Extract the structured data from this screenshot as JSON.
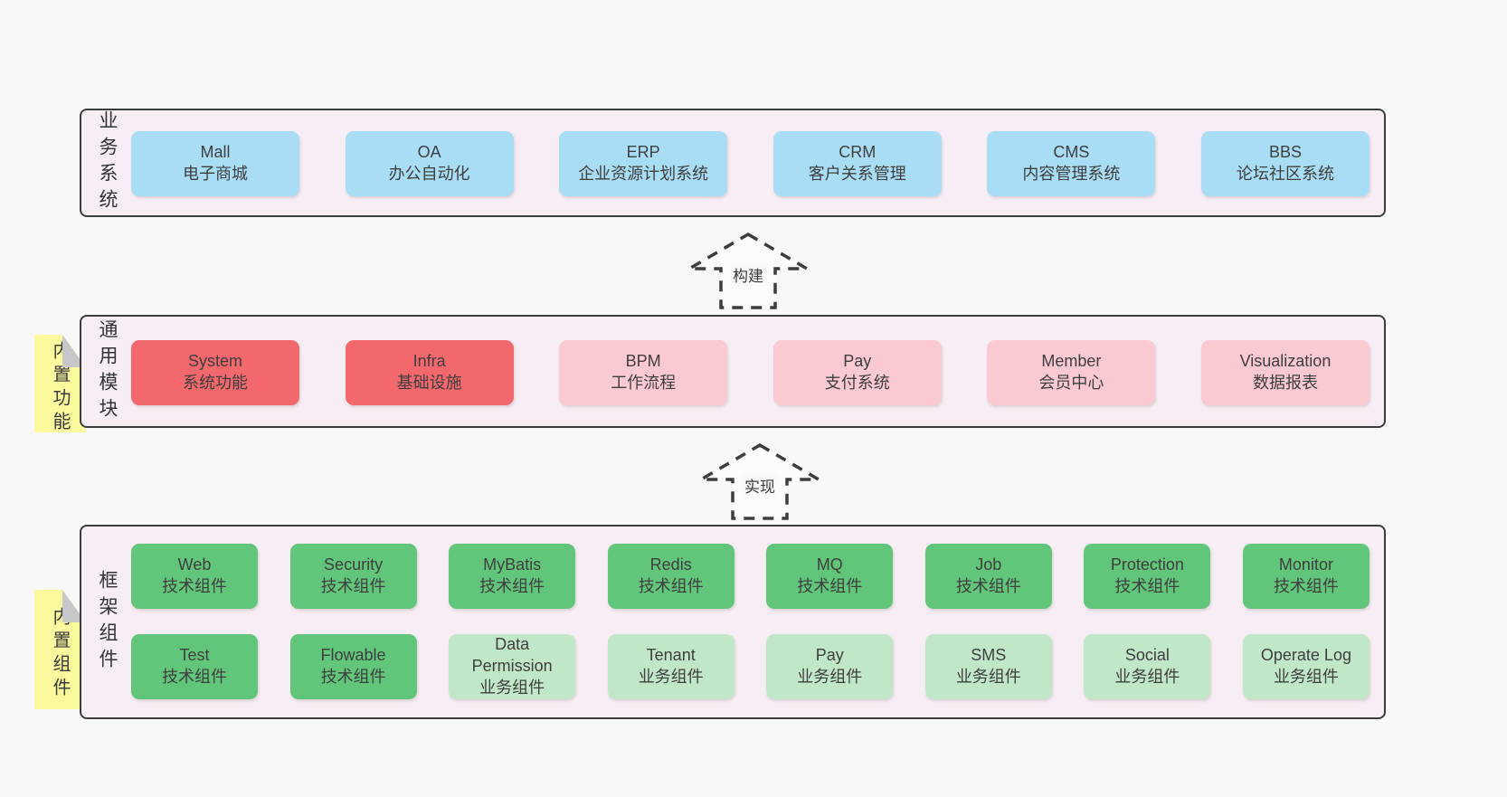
{
  "palette": {
    "page_background": "#f8f8f8",
    "panel_background": "#f7edf4",
    "panel_border": "#3c3c3c",
    "blue_box": "#a9ddf6",
    "red_box": "#f2686d",
    "pink_box": "#fbc9d2",
    "green_dark_box": "#61c679",
    "green_light_box": "#c0e8c8",
    "sticky_note_yellow": "#fbf99e",
    "note_fold_gray": "#c7c6c9",
    "text": "#3c3c3c"
  },
  "arrows": [
    {
      "label": "构建"
    },
    {
      "label": "实现"
    }
  ],
  "notes": [
    {
      "text": "内置功能"
    },
    {
      "text": "内置组件"
    }
  ],
  "bands": [
    {
      "side_label": "业务系统",
      "boxes": [
        {
          "title": "Mall",
          "subtitle": "电子商城",
          "variant": "blue"
        },
        {
          "title": "OA",
          "subtitle": "办公自动化",
          "variant": "blue"
        },
        {
          "title": "ERP",
          "subtitle": "企业资源计划系统",
          "variant": "blue"
        },
        {
          "title": "CRM",
          "subtitle": "客户关系管理",
          "variant": "blue"
        },
        {
          "title": "CMS",
          "subtitle": "内容管理系统",
          "variant": "blue"
        },
        {
          "title": "BBS",
          "subtitle": "论坛社区系统",
          "variant": "blue"
        }
      ]
    },
    {
      "side_label": "通用模块",
      "boxes": [
        {
          "title": "System",
          "subtitle": "系统功能",
          "variant": "red"
        },
        {
          "title": "Infra",
          "subtitle": "基础设施",
          "variant": "red"
        },
        {
          "title": "BPM",
          "subtitle": "工作流程",
          "variant": "pink"
        },
        {
          "title": "Pay",
          "subtitle": "支付系统",
          "variant": "pink"
        },
        {
          "title": "Member",
          "subtitle": "会员中心",
          "variant": "pink"
        },
        {
          "title": "Visualization",
          "subtitle": "数据报表",
          "variant": "pink"
        }
      ]
    },
    {
      "side_label": "框架组件",
      "rows": [
        [
          {
            "title": "Web",
            "subtitle": "技术组件",
            "variant": "green-dark"
          },
          {
            "title": "Security",
            "subtitle": "技术组件",
            "variant": "green-dark"
          },
          {
            "title": "MyBatis",
            "subtitle": "技术组件",
            "variant": "green-dark"
          },
          {
            "title": "Redis",
            "subtitle": "技术组件",
            "variant": "green-dark"
          },
          {
            "title": "MQ",
            "subtitle": "技术组件",
            "variant": "green-dark"
          },
          {
            "title": "Job",
            "subtitle": "技术组件",
            "variant": "green-dark"
          },
          {
            "title": "Protection",
            "subtitle": "技术组件",
            "variant": "green-dark"
          },
          {
            "title": "Monitor",
            "subtitle": "技术组件",
            "variant": "green-dark"
          }
        ],
        [
          {
            "title": "Test",
            "subtitle": "技术组件",
            "variant": "green-dark"
          },
          {
            "title": "Flowable",
            "subtitle": "技术组件",
            "variant": "green-dark"
          },
          {
            "title": "Data Permission",
            "subtitle": "业务组件",
            "variant": "green-light"
          },
          {
            "title": "Tenant",
            "subtitle": "业务组件",
            "variant": "green-light"
          },
          {
            "title": "Pay",
            "subtitle": "业务组件",
            "variant": "green-light"
          },
          {
            "title": "SMS",
            "subtitle": "业务组件",
            "variant": "green-light"
          },
          {
            "title": "Social",
            "subtitle": "业务组件",
            "variant": "green-light"
          },
          {
            "title": "Operate Log",
            "subtitle": "业务组件",
            "variant": "green-light"
          }
        ]
      ]
    }
  ]
}
